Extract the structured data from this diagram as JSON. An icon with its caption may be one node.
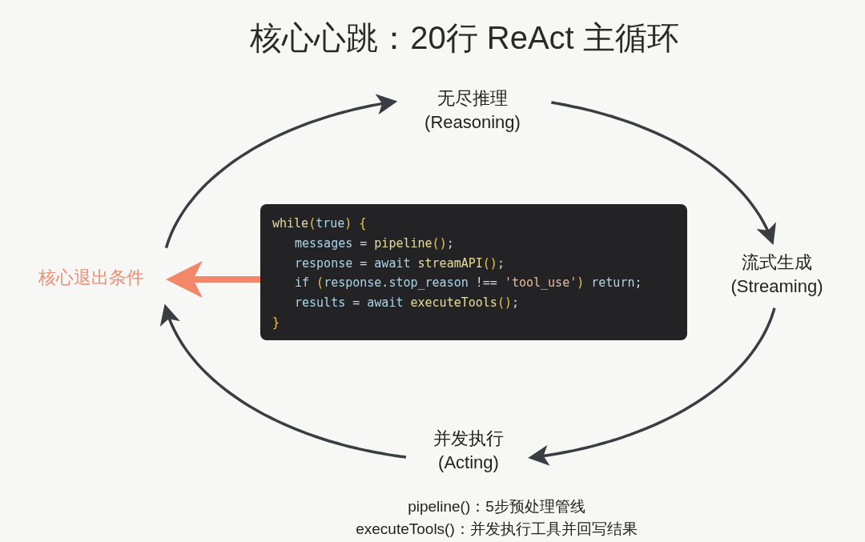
{
  "diagram": {
    "title": "核心心跳：20行 ReAct 主循环",
    "nodes": [
      {
        "text": [
          "无尽推理",
          "(Reasoning)"
        ]
      },
      {
        "text": [
          "流式生成",
          "(Streaming)"
        ]
      },
      {
        "text": [
          "并发执行",
          "(Acting)"
        ]
      },
      {
        "text": [
          "while(true) {",
          "messages = pipeline();",
          "response = await streamAPI();",
          "if (response.stop_reason !== 'tool_use') return;",
          "results = await executeTools();",
          "}"
        ]
      },
      {
        "text": [
          "核心退出条件"
        ]
      }
    ],
    "edges": [
      {
        "from": 0,
        "to": 1,
        "arrow": "to"
      },
      {
        "from": 1,
        "to": 2,
        "arrow": "to"
      },
      {
        "from": 2,
        "to": 4,
        "arrow": "to"
      },
      {
        "from": 4,
        "to": 0,
        "arrow": "to"
      },
      {
        "from": 3,
        "to": 4,
        "arrow": "to",
        "style": "thick",
        "color": "#f2876a"
      }
    ],
    "labels": [
      "pipeline()：5步预处理管线",
      "executeTools()：并发执行工具并回写结果"
    ]
  }
}
